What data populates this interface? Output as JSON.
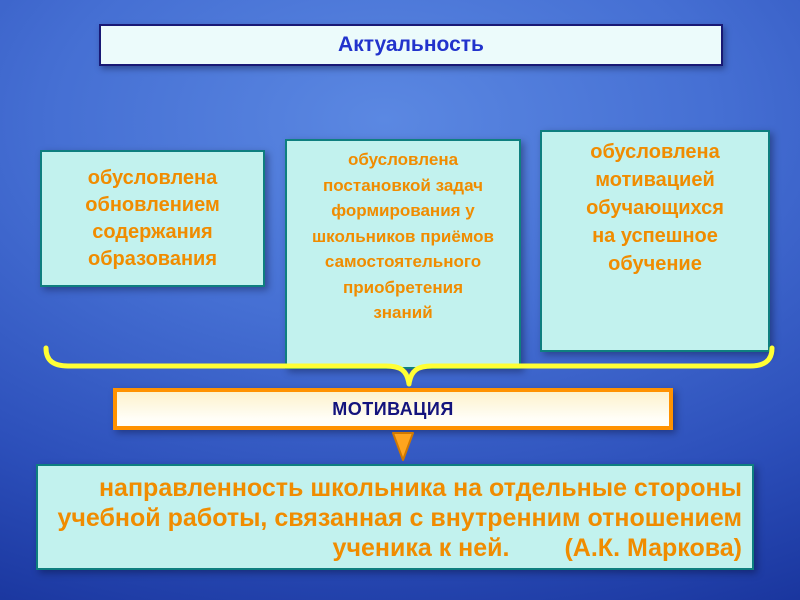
{
  "slide": {
    "title": "Актуальность",
    "reason_boxes": [
      "обусловлена обновлением содержания образования",
      "обусловлена постановкой задач формирования у школьников приёмов самостоятельного приобретения знаний",
      "обусловлена мотивацией обучающихся на успешное обучение"
    ],
    "concept_label": "МОТИВАЦИЯ",
    "definition": "направленность школьника на отдельные стороны учебной работы, связанная с внутренним отношением ученика к ней.",
    "attribution": "(А.К. Маркова)"
  },
  "colors": {
    "bg-center": "#5b88e2",
    "bg-edge": "#0f2582",
    "box-cyan": "#c2f2ee",
    "box-border-teal": "#0e7f7f",
    "text-orange": "#f08c00",
    "title-text": "#2233cc",
    "title-border": "#191975",
    "title-bg": "#ecfbfb",
    "concept-border": "#ff9200",
    "concept-text": "#13137d",
    "brace-yellow": "#ffff35",
    "arrow-orange": "#ffa51e",
    "arrow-outline": "#d07800"
  }
}
